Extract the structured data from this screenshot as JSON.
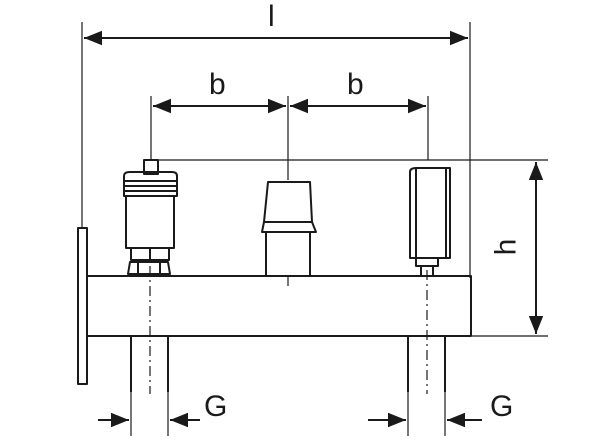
{
  "dimensions": {
    "length_label": "l",
    "spacing_label_left": "b",
    "spacing_label_right": "b",
    "height_label": "h",
    "thread_label_left": "G",
    "thread_label_right": "G"
  },
  "colors": {
    "line": "#1a1a1a",
    "background": "#ffffff"
  }
}
